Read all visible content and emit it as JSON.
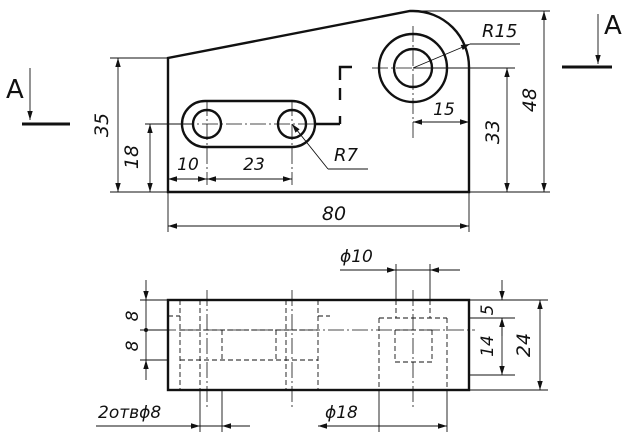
{
  "section_marks": {
    "left": "A",
    "right": "A"
  },
  "front_view": {
    "dimensions": {
      "width": "80",
      "height_total": "48",
      "height_left": "35",
      "height_to_hole": "33",
      "slot_center_height": "18",
      "slot_offset": "10",
      "slot_length": "23",
      "hole_offset": "15",
      "radius_corner": "R15",
      "radius_slot": "R7"
    }
  },
  "top_view": {
    "dimensions": {
      "dia_10": "ϕ10",
      "dia_18": "ϕ18",
      "two_holes": "2отвϕ8",
      "thickness": "24",
      "depth_14": "14",
      "depth_5": "5",
      "spacing_top": "8",
      "spacing_bottom": "8"
    }
  }
}
